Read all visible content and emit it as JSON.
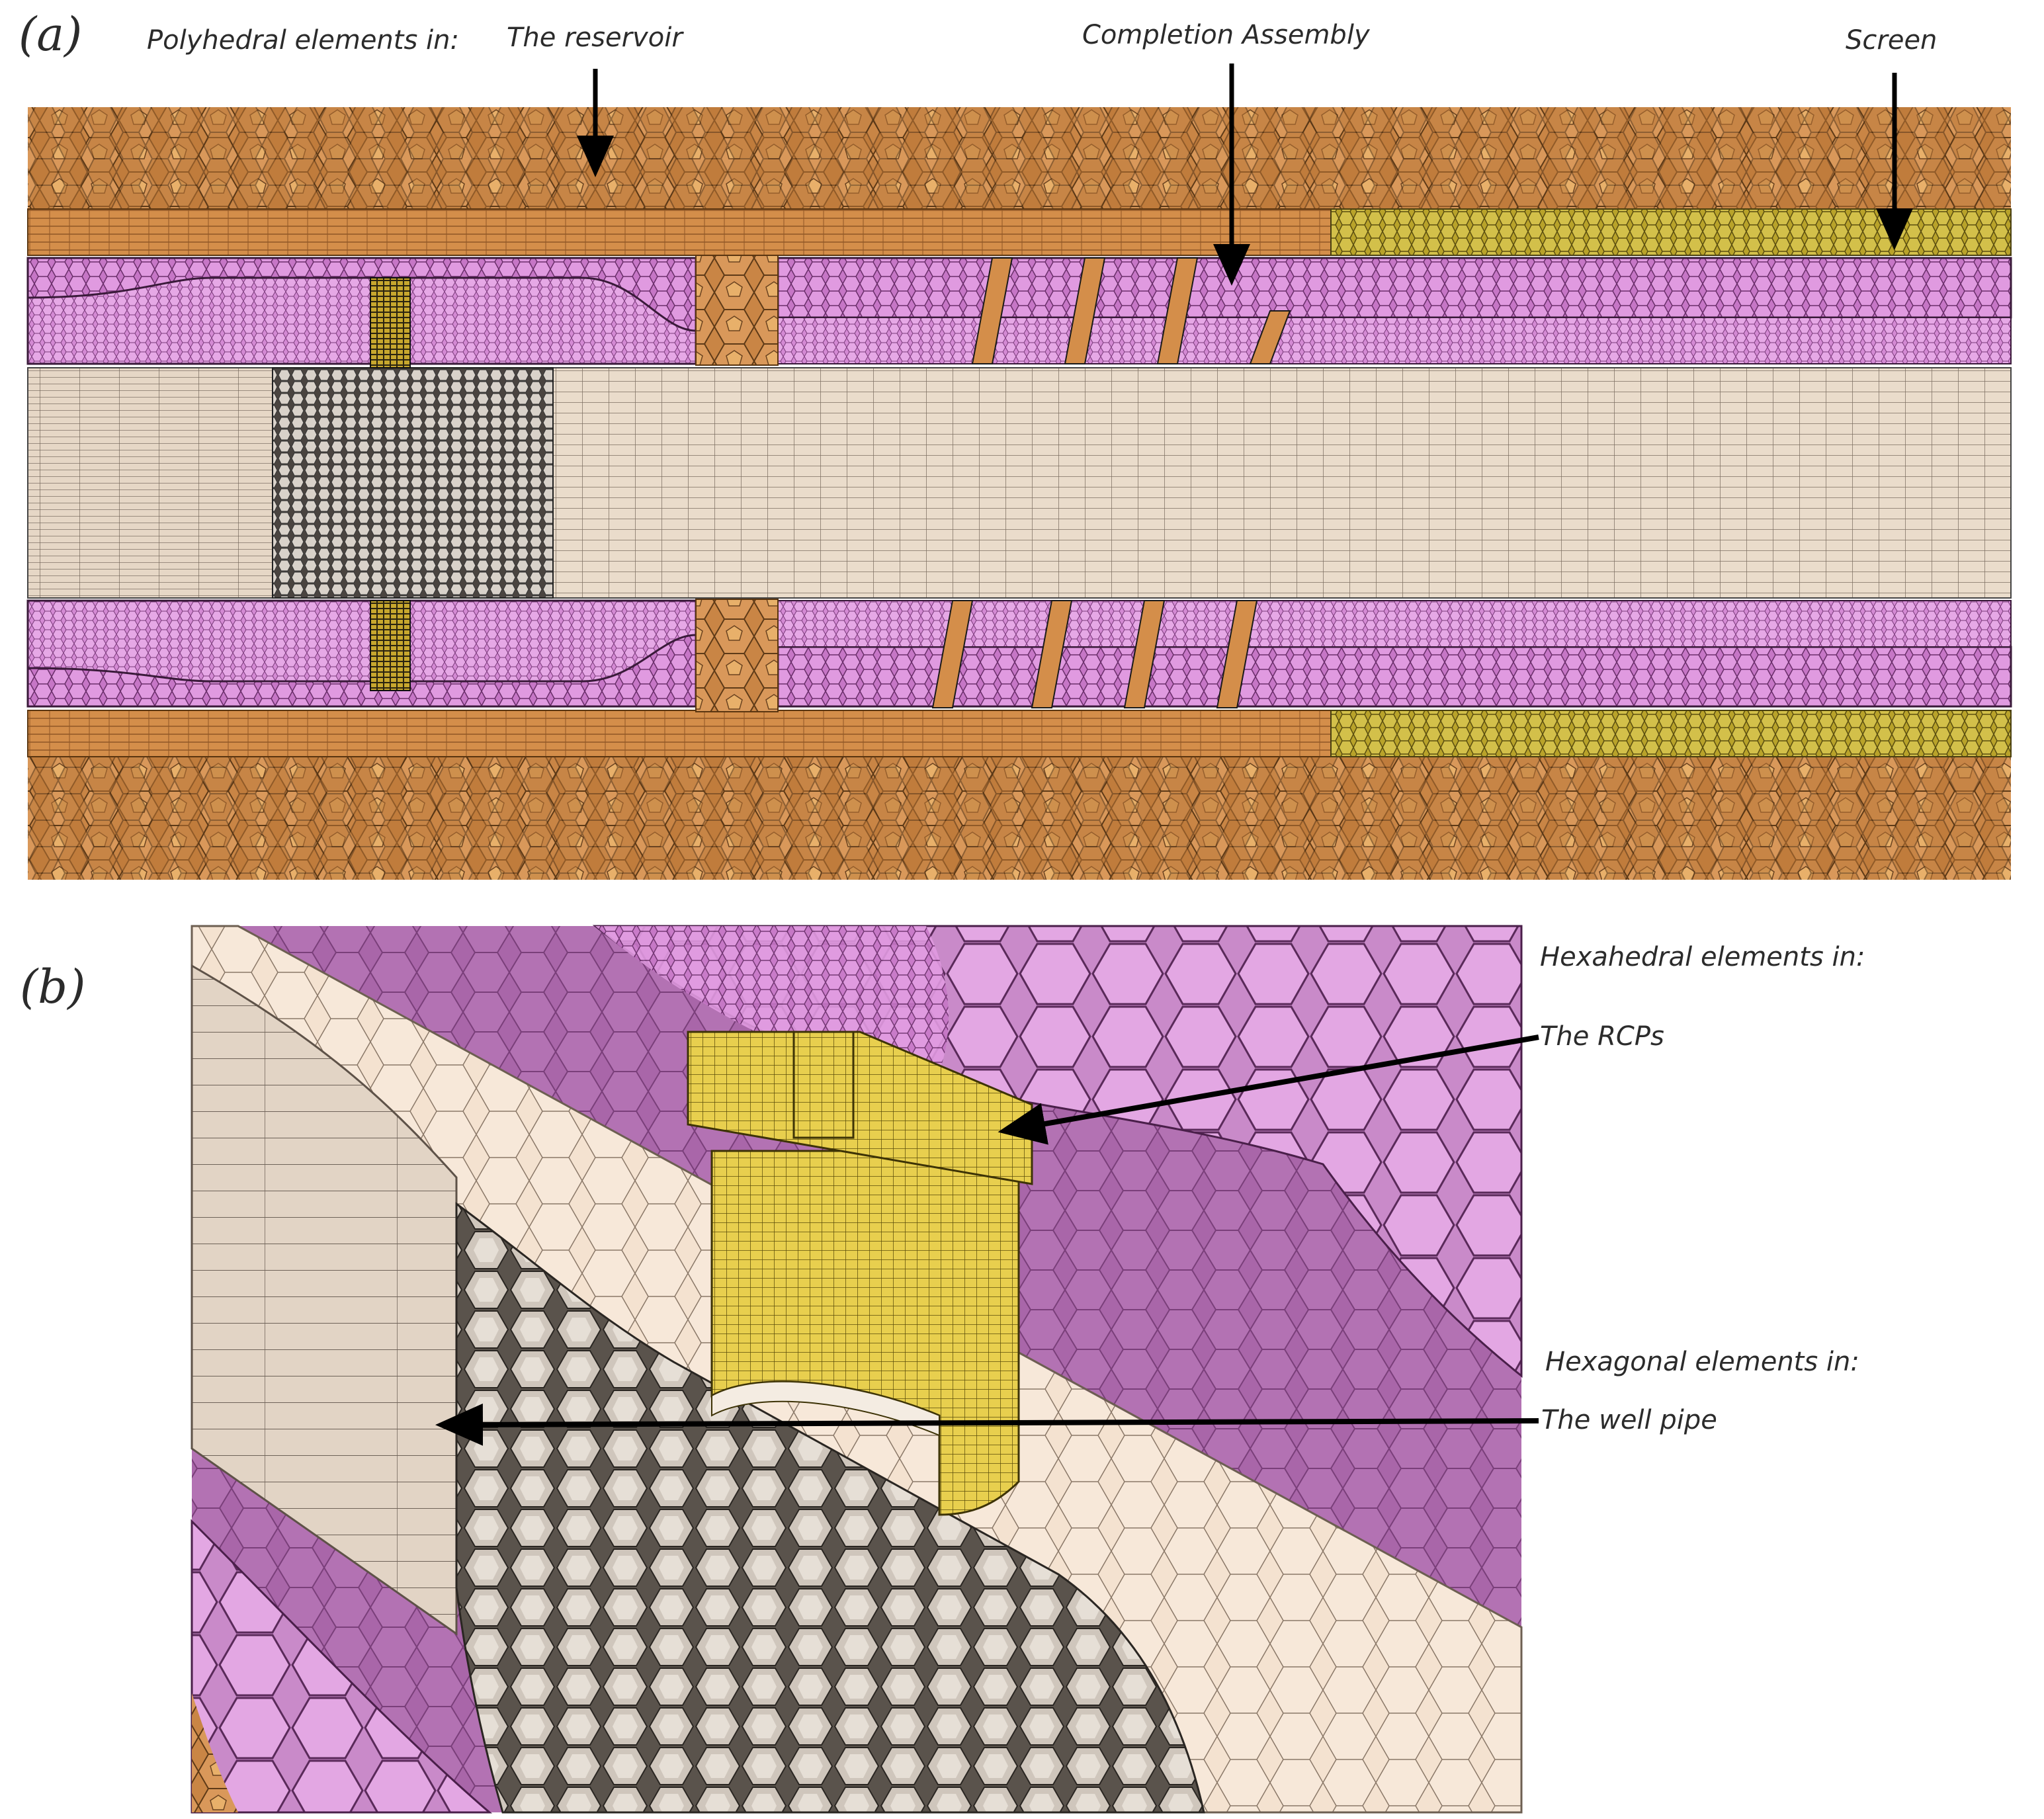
{
  "panel_a": {
    "letter": "(a)",
    "labels": {
      "polyhedral": "Polyhedral elements in:",
      "reservoir": "The reservoir",
      "completion": "Completion Assembly",
      "screen": "Screen"
    }
  },
  "panel_b": {
    "letter": "(b)",
    "labels": {
      "hexahedral": "Hexahedral elements in:",
      "rcps": "The RCPs",
      "hexagonal": "Hexagonal elements in:",
      "well_pipe": "The well pipe"
    }
  },
  "colors": {
    "reservoir": "#d4914e",
    "reservoir_dark": "#8a5524",
    "reservoir_light": "#f0c98a",
    "annulus": "#d486d4",
    "annulus_light": "#f2b6f2",
    "screen": "#c9b531",
    "pipe": "#efe3d6",
    "rcp": "#e3c94a",
    "pipe_cells": "#f6e6d6",
    "gravel": "#c7bcb0",
    "background_purple": "#b070b0"
  }
}
